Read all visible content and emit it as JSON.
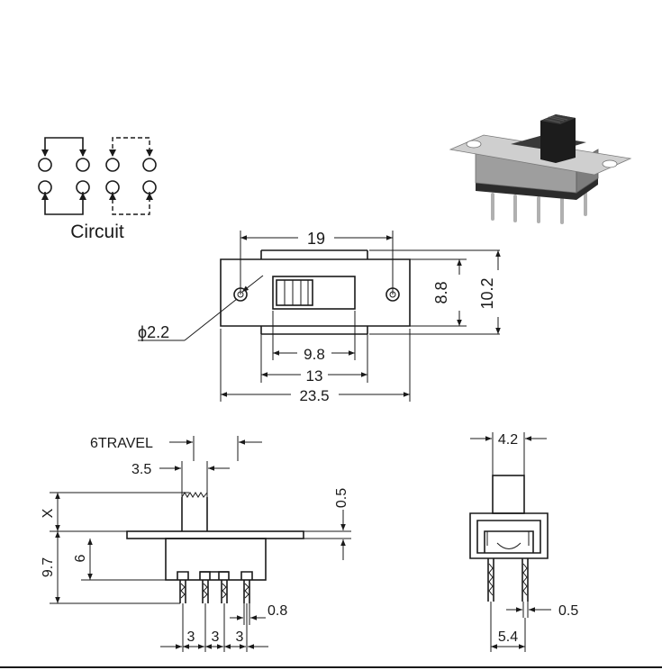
{
  "circuit": {
    "label": "Circuit"
  },
  "top_view": {
    "dim_width_holes": "19",
    "dim_height_inner": "8.8",
    "dim_height_outer": "10.2",
    "dim_hole_diameter": "ϕ2.2",
    "dim_slot_inner": "9.8",
    "dim_slot_outer": "13",
    "dim_overall_width": "23.5"
  },
  "side_view": {
    "dim_travel": "6TRAVEL",
    "dim_actuator_width": "3.5",
    "dim_actuator_height": "X",
    "dim_total_height": "9.7",
    "dim_body_height": "6",
    "dim_plate_thickness": "0.5",
    "dim_pin_width": "0.8",
    "dim_pitch_1": "3",
    "dim_pitch_2": "3",
    "dim_pitch_3": "3"
  },
  "end_view": {
    "dim_actuator_width": "4.2",
    "dim_pin_thickness": "0.5",
    "dim_pin_spacing": "5.4"
  }
}
